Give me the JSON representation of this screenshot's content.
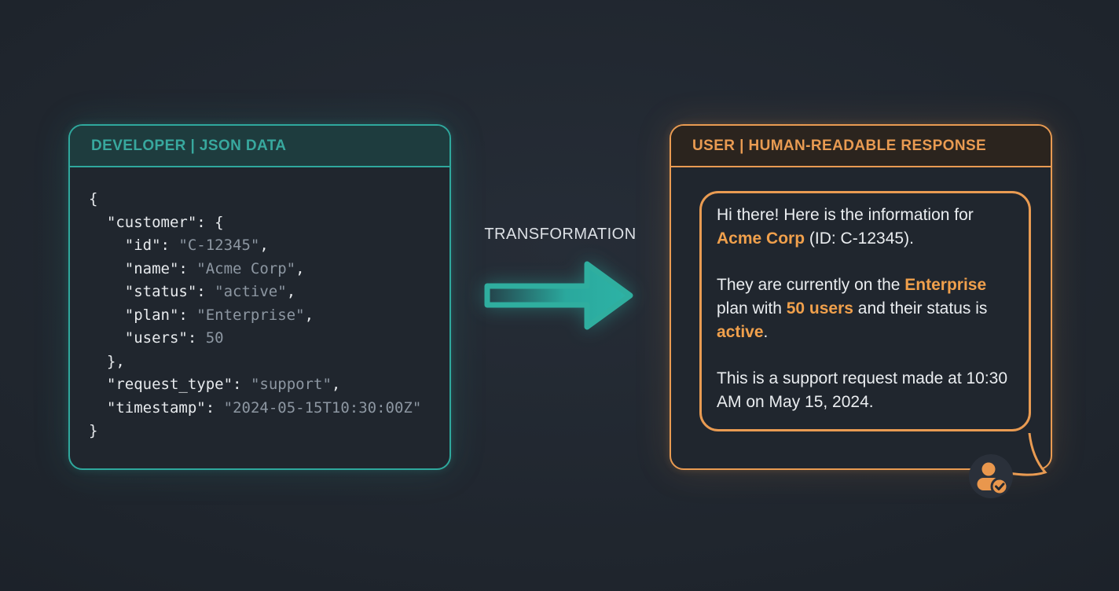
{
  "canvas": {
    "bg": "#20262e"
  },
  "left_panel": {
    "title": "DEVELOPER | JSON DATA",
    "accent": "#2fa89d",
    "title_color": "#38a89e",
    "header_bg": "#1e3c3e",
    "code": {
      "key_color": "#e7eaed",
      "value_color": "#8d97a2",
      "lines": [
        [
          [
            "p",
            "{"
          ]
        ],
        [
          [
            "p",
            "  "
          ],
          [
            "k",
            "\"customer\""
          ],
          [
            "p",
            ": {"
          ]
        ],
        [
          [
            "p",
            "    "
          ],
          [
            "k",
            "\"id\""
          ],
          [
            "p",
            ": "
          ],
          [
            "v",
            "\"C-12345\""
          ],
          [
            "p",
            ","
          ]
        ],
        [
          [
            "p",
            "    "
          ],
          [
            "k",
            "\"name\""
          ],
          [
            "p",
            ": "
          ],
          [
            "v",
            "\"Acme Corp\""
          ],
          [
            "p",
            ","
          ]
        ],
        [
          [
            "p",
            "    "
          ],
          [
            "k",
            "\"status\""
          ],
          [
            "p",
            ": "
          ],
          [
            "v",
            "\"active\""
          ],
          [
            "p",
            ","
          ]
        ],
        [
          [
            "p",
            "    "
          ],
          [
            "k",
            "\"plan\""
          ],
          [
            "p",
            ": "
          ],
          [
            "v",
            "\"Enterprise\""
          ],
          [
            "p",
            ","
          ]
        ],
        [
          [
            "p",
            "    "
          ],
          [
            "k",
            "\"users\""
          ],
          [
            "p",
            ": "
          ],
          [
            "v",
            "50"
          ]
        ],
        [
          [
            "p",
            "  },"
          ]
        ],
        [
          [
            "p",
            "  "
          ],
          [
            "k",
            "\"request_type\""
          ],
          [
            "p",
            ": "
          ],
          [
            "v",
            "\"support\""
          ],
          [
            "p",
            ","
          ]
        ],
        [
          [
            "p",
            "  "
          ],
          [
            "k",
            "\"timestamp\""
          ],
          [
            "p",
            ": "
          ],
          [
            "v",
            "\"2024-05-15T10:30:00Z\""
          ]
        ],
        [
          [
            "p",
            "}"
          ]
        ]
      ]
    }
  },
  "transformation": {
    "label": "TRANSFORMATION",
    "arrow_icon": "arrow-right-icon",
    "arrow_color": "#2aa89d"
  },
  "right_panel": {
    "title": "USER | HUMAN-READABLE RESPONSE",
    "accent": "#e99b52",
    "header_bg": "#2b241e",
    "highlight_color": "#f0a04c",
    "bubble": {
      "paragraphs": [
        {
          "segments": [
            [
              "Hi there! Here is the information for ",
              false
            ],
            [
              "Acme Corp",
              true
            ],
            [
              " (ID: C-12345).",
              false
            ]
          ]
        },
        {
          "segments": [
            [
              "They are currently on the ",
              false
            ],
            [
              "Enterprise",
              true
            ],
            [
              " plan with ",
              false
            ],
            [
              "50 users",
              true
            ],
            [
              " and their status is ",
              false
            ],
            [
              "active",
              true
            ],
            [
              ".",
              false
            ]
          ]
        },
        {
          "segments": [
            [
              "This is a support request made at 10:30 AM on May 15, 2024.",
              false
            ]
          ]
        }
      ]
    },
    "avatar": {
      "icon": "user-check-icon",
      "color": "#e9974d"
    }
  }
}
